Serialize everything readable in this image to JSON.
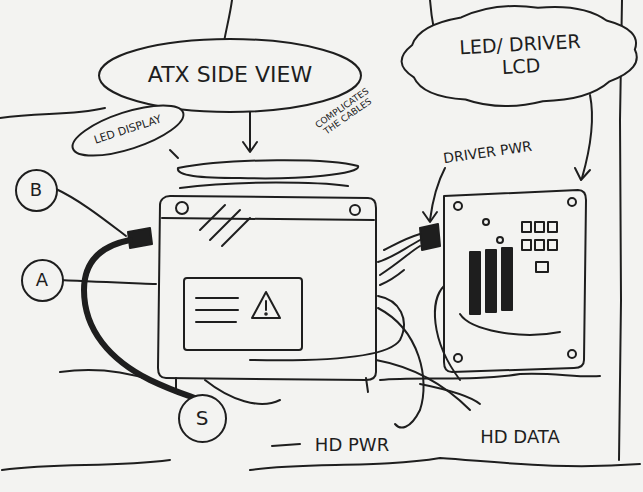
{
  "diagram": {
    "nodes": [
      {
        "text": [
          "ATX SIDE VIEW"
        ]
      },
      {
        "text": [
          "LED/ DRIVER LCD"
        ]
      },
      {
        "text": [
          "LED DISPLAY"
        ]
      },
      {
        "text": [
          "B"
        ]
      },
      {
        "text": [
          "A"
        ]
      },
      {
        "text": [
          "S"
        ]
      }
    ],
    "labels": [
      "COMPLICATES THE CABLES",
      "DRIVER PWR",
      "HD PWR",
      "HD DATA"
    ]
  }
}
